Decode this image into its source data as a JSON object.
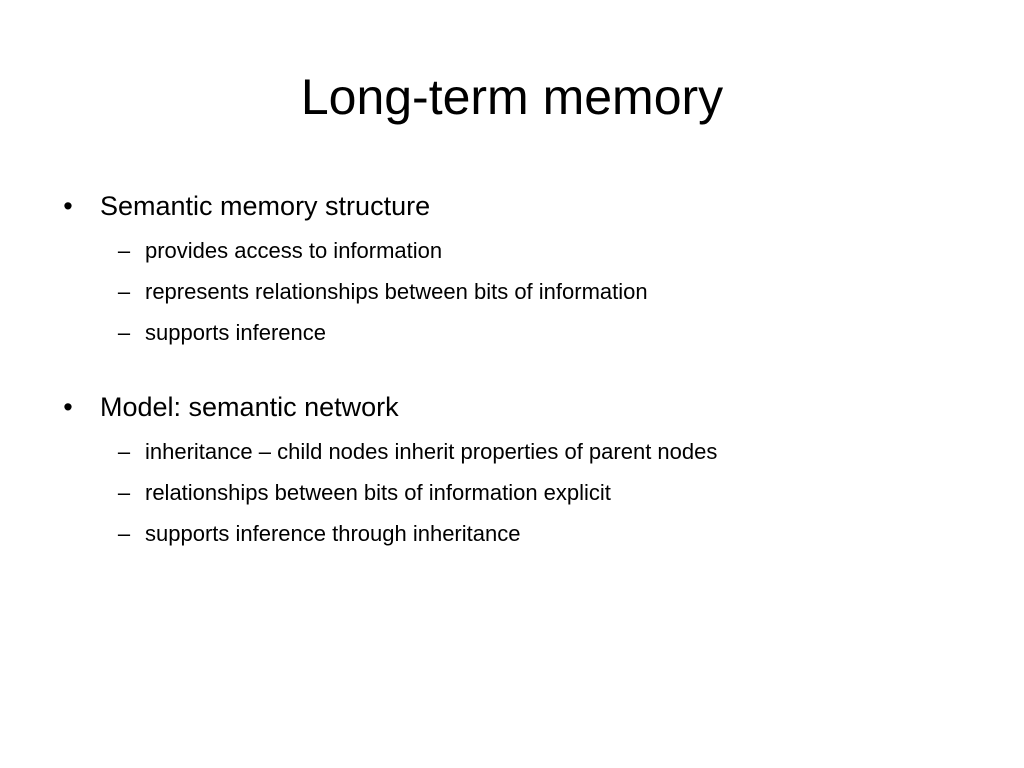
{
  "slide": {
    "title": "Long-term memory",
    "bullet_glyph": "•",
    "dash_glyph": "–",
    "groups": [
      {
        "label": "Semantic memory structure",
        "items": [
          "provides access to information",
          "represents relationships between bits of information",
          "supports inference"
        ]
      },
      {
        "label": "Model: semantic network",
        "items": [
          "inheritance – child nodes inherit properties of parent nodes",
          "relationships between bits of information explicit",
          "supports inference through inheritance"
        ]
      }
    ]
  }
}
